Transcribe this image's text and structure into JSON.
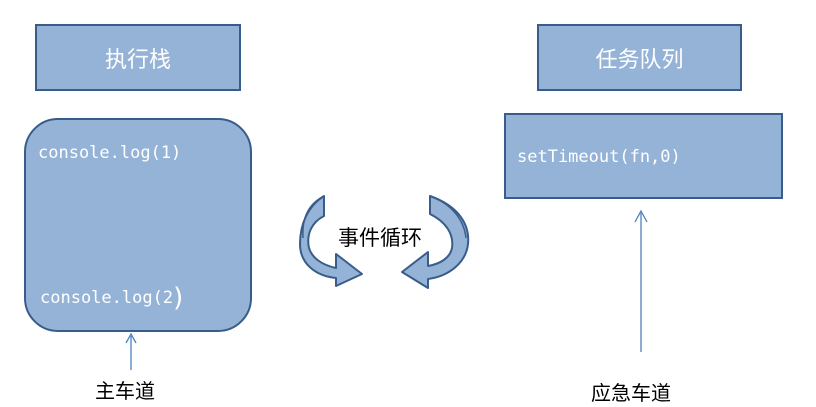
{
  "stack": {
    "title": "执行栈",
    "lines": [
      "console.log(1)",
      "console.log(2"
    ],
    "closing_paren": ")"
  },
  "queue": {
    "title": "任务队列",
    "lines": [
      "setTimeout(fn,0)"
    ]
  },
  "event_loop": {
    "label": "事件循环"
  },
  "labels": {
    "main_road": "主车道",
    "emergency_road": "应急车道"
  },
  "colors": {
    "box_fill": "#95b3d7",
    "box_border": "#385d8a",
    "arrow_line": "#4f81bd",
    "text_white": "#ffffff"
  }
}
